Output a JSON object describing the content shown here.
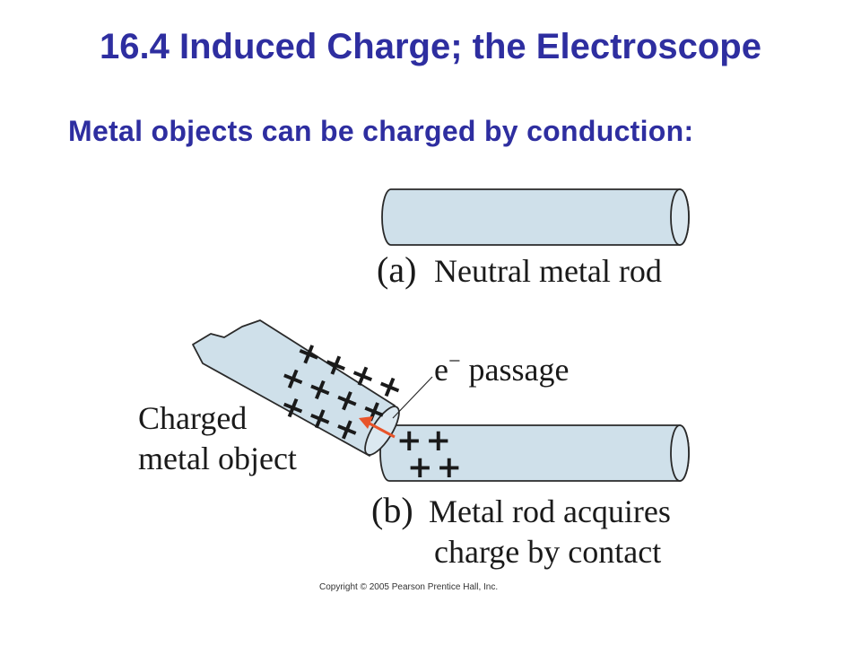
{
  "slide": {
    "title": "16.4 Induced Charge; the Electroscope",
    "subtitle": "Metal objects can be charged by conduction:"
  },
  "diagram": {
    "label_a_letter": "(a)",
    "label_a_text": "Neutral metal rod",
    "label_b_letter": "(b)",
    "label_b_line1": "Metal rod acquires",
    "label_b_line2": "charge by contact",
    "electron_label_base": "e",
    "electron_label_sup": "−",
    "electron_label_rest": " passage",
    "charged_object_line1": "Charged",
    "charged_object_line2": "metal object",
    "charged_object_plus_rows": [
      "++++",
      "++++",
      "+++"
    ],
    "rod_b_plus_rows": [
      "++",
      "++"
    ],
    "rod_fill": "#cfe0ea",
    "rod_outline": "#2a2a2a",
    "arrow_color": "#e8542a"
  },
  "footer": {
    "copyright": "Copyright © 2005 Pearson Prentice Hall, Inc."
  }
}
